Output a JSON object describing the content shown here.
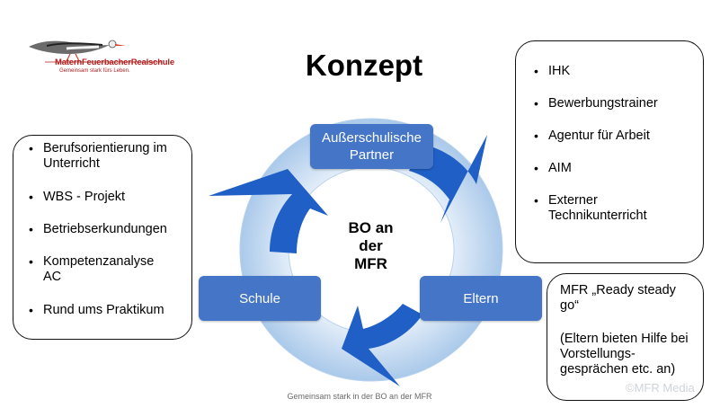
{
  "logo": {
    "name": "MaternFeuerbacherRealschule",
    "tagline": "Gemeinsam stark fürs Leben."
  },
  "title": "Konzept",
  "center": {
    "lines": [
      "BO an",
      "der",
      "MFR"
    ]
  },
  "cycle": {
    "top": "Außerschulische Partner",
    "left": "Schule",
    "right": "Eltern"
  },
  "left_box": {
    "items": [
      "Berufsorientierung im Unterricht",
      "WBS - Projekt",
      "Betriebserkundungen",
      "Kompetenzanalyse AC",
      "Rund ums Praktikum"
    ]
  },
  "right_top_box": {
    "items": [
      "IHK",
      "Bewerbungstrainer",
      "Agentur für Arbeit",
      "AIM",
      "Externer Technikunterricht"
    ]
  },
  "right_bottom_box": {
    "line1": "MFR „Ready steady go“",
    "line2": "(Eltern bieten Hilfe bei Vorstellungs-gesprächen etc. an)"
  },
  "footer": "Gemeinsam stark in der BO an der MFR",
  "watermark": "©MFR Media",
  "colors": {
    "box_blue": "#4475c7",
    "arrow_blue": "#1f5fc6",
    "ring_light": "#b8d2ee"
  }
}
